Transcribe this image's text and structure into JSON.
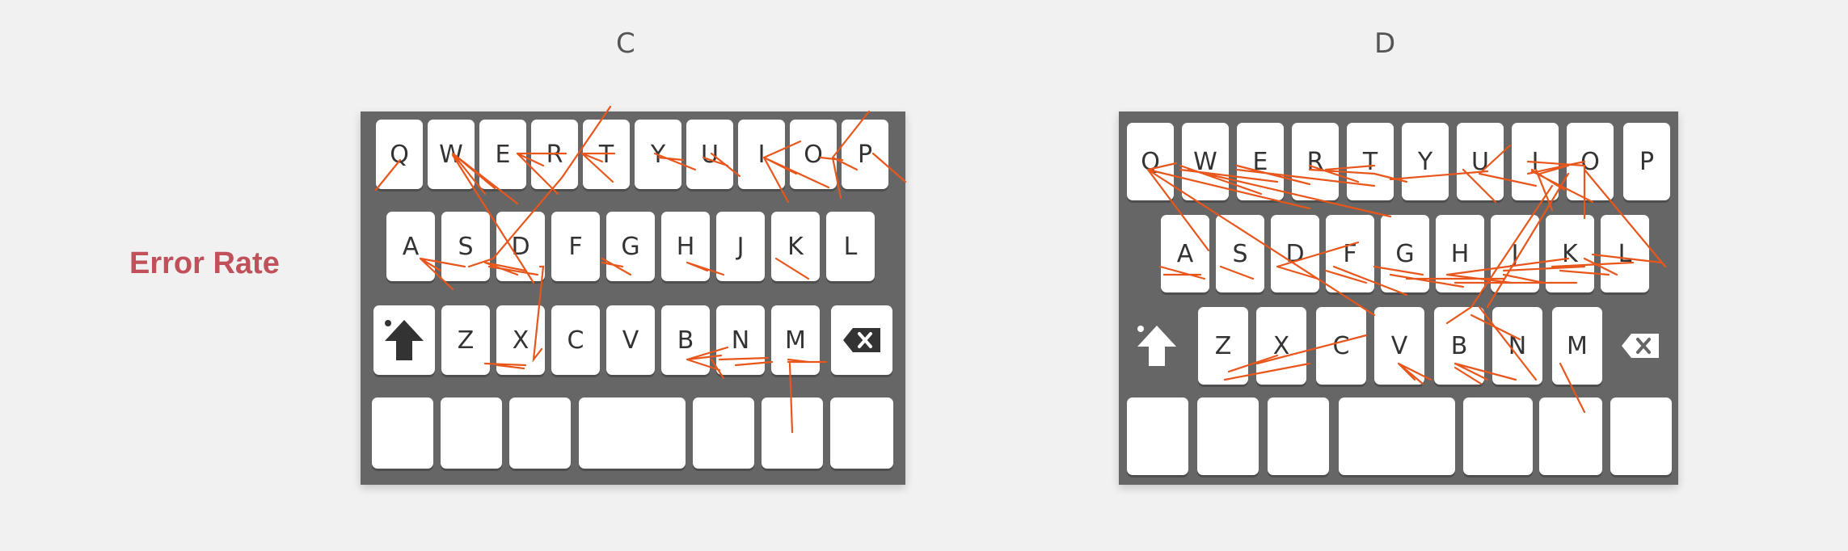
{
  "labels": {
    "left_panel": "C",
    "right_panel": "D",
    "row": "Error Rate"
  },
  "keyboard_c": {
    "row1": [
      "Q",
      "W",
      "E",
      "R",
      "T",
      "Y",
      "U",
      "I",
      "O",
      "P"
    ],
    "row2": [
      "A",
      "S",
      "D",
      "F",
      "G",
      "H",
      "J",
      "K",
      "L"
    ],
    "row3": [
      "Z",
      "X",
      "C",
      "V",
      "B",
      "N",
      "M"
    ]
  },
  "keyboard_d": {
    "row1": [
      "Q",
      "W",
      "E",
      "R",
      "T",
      "Y",
      "U",
      "I",
      "O",
      "P"
    ],
    "row2": [
      "A",
      "S",
      "D",
      "F",
      "G",
      "H",
      "J",
      "K",
      "L"
    ],
    "row3": [
      "Z",
      "X",
      "C",
      "V",
      "B",
      "N",
      "M"
    ]
  },
  "colors": {
    "trace": "#e8561b",
    "keyboard_bg": "#666666",
    "key": "#ffffff",
    "row_label": "#c0515a"
  },
  "icons": [
    "shift-icon",
    "backspace-icon"
  ]
}
